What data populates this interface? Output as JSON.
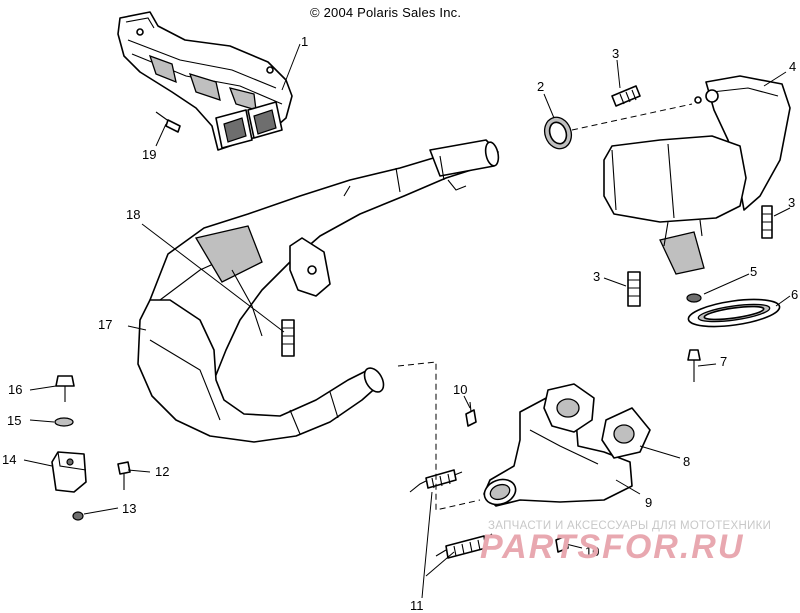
{
  "copyright": "© 2004 Polaris Sales Inc.",
  "callouts": [
    {
      "id": "c1",
      "text": "1"
    },
    {
      "id": "c2",
      "text": "2"
    },
    {
      "id": "c3a",
      "text": "3"
    },
    {
      "id": "c4",
      "text": "4"
    },
    {
      "id": "c3b",
      "text": "3"
    },
    {
      "id": "c3c",
      "text": "3"
    },
    {
      "id": "c5",
      "text": "5"
    },
    {
      "id": "c6",
      "text": "6"
    },
    {
      "id": "c7",
      "text": "7"
    },
    {
      "id": "c8",
      "text": "8"
    },
    {
      "id": "c9",
      "text": "9"
    },
    {
      "id": "c10a",
      "text": "10"
    },
    {
      "id": "c10b",
      "text": "10"
    },
    {
      "id": "c11",
      "text": "11"
    },
    {
      "id": "c12",
      "text": "12"
    },
    {
      "id": "c13",
      "text": "13"
    },
    {
      "id": "c14",
      "text": "14"
    },
    {
      "id": "c15",
      "text": "15"
    },
    {
      "id": "c16",
      "text": "16"
    },
    {
      "id": "c17",
      "text": "17"
    },
    {
      "id": "c18",
      "text": "18"
    },
    {
      "id": "c19",
      "text": "19"
    }
  ],
  "watermark": {
    "subtitle": "ЗАПЧАСТИ И АКСЕССУАРЫ ДЛЯ МОТОТЕХНИКИ",
    "logo": "PARTSFOR.RU",
    "logo_color": "#e8a8b0"
  }
}
